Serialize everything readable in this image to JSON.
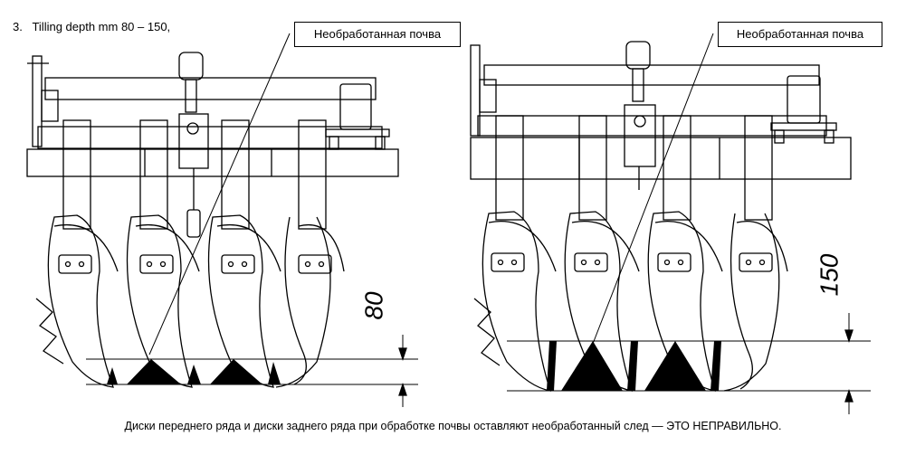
{
  "heading": {
    "number": "3.",
    "text": "Tilling depth mm 80 – 150,"
  },
  "callouts": {
    "left": "Необработанная почва",
    "right": "Необработанная почва"
  },
  "dimensions": {
    "left": "80",
    "right": "150"
  },
  "caption": "Диски переднего ряда и диски заднего ряда при обработке почвы оставляют необработанный след — ЭТО НЕПРАВИЛЬНО."
}
